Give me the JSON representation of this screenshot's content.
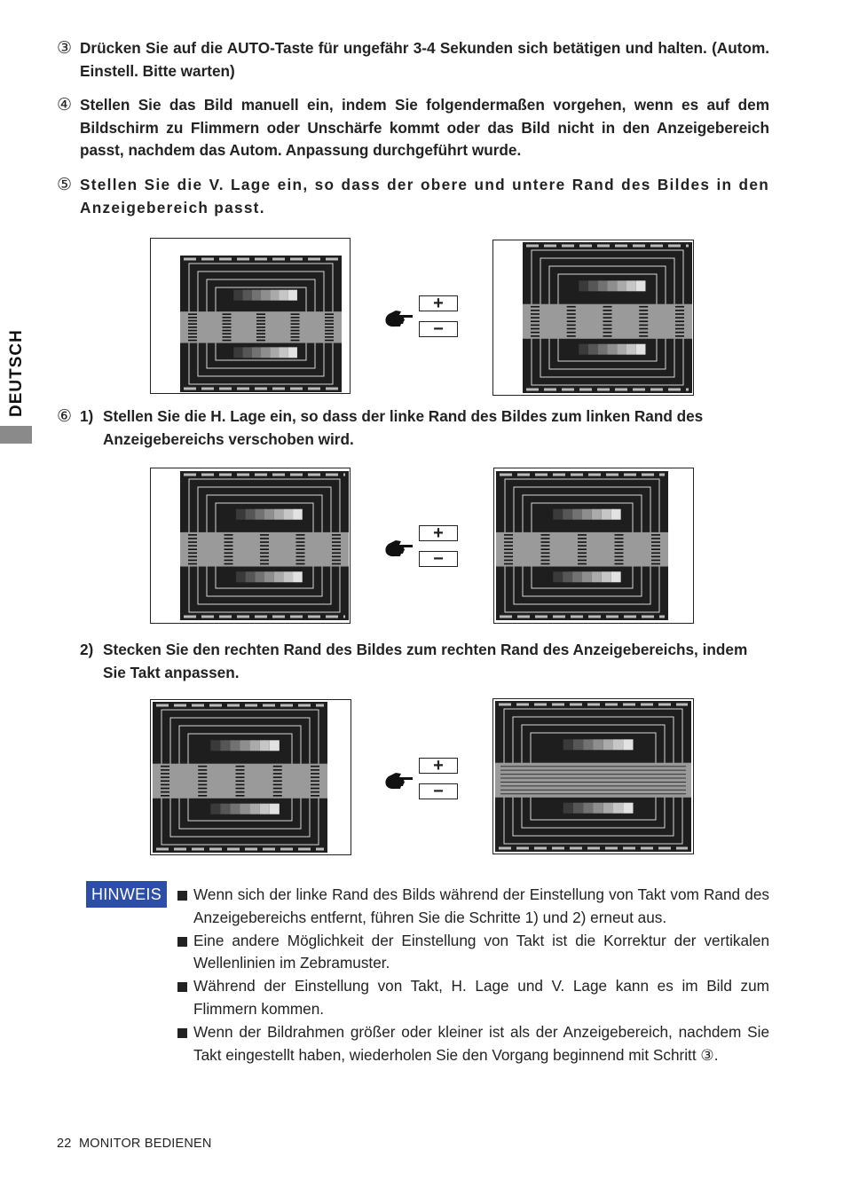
{
  "sidebar": {
    "language": "DEUTSCH"
  },
  "steps": [
    {
      "num": "③",
      "text": "Drücken Sie auf die AUTO-Taste für ungefähr 3-4 Sekunden sich betätigen und halten. (Autom. Einstell. Bitte warten)"
    },
    {
      "num": "④",
      "text": "Stellen Sie das Bild manuell ein, indem Sie folgendermaßen vorgehen, wenn es auf dem Bildschirm zu Flimmern oder Unschärfe kommt oder das Bild nicht in den Anzeigebereich passt, nachdem das Autom. Anpassung durchgeführt wurde."
    },
    {
      "num": "⑤",
      "text": "Stellen Sie die V. Lage ein, so dass der obere und untere Rand des Bildes in den Anzeigebereich passt."
    },
    {
      "num": "⑥",
      "text": ""
    }
  ],
  "substeps": [
    {
      "num": "1)",
      "text": "Stellen Sie die H. Lage ein, so dass der linke Rand des Bildes zum linken Rand des Anzeigebereichs verschoben wird."
    },
    {
      "num": "2)",
      "text": "Stecken Sie den rechten Rand des Bildes zum rechten Rand des Anzeigebereichs, indem Sie Takt anpassen."
    }
  ],
  "controls": {
    "plus": "+",
    "minus": "−"
  },
  "note": {
    "label": "HINWEIS",
    "items": [
      "Wenn sich der linke Rand des Bilds während der Einstellung von Takt vom Rand des Anzeigebereichs entfernt, führen Sie die Schritte 1) und 2) erneut aus.",
      "Eine andere Möglichkeit der Einstellung von Takt ist die Korrektur der vertikalen Wellenlinien im Zebramuster.",
      "Während der Einstellung von Takt, H. Lage und V. Lage kann es im Bild zum Flimmern kommen.",
      "Wenn der Bildrahmen größer oder kleiner ist als der Anzeigebereich, nachdem Sie Takt eingestellt haben, wiederholen Sie den Vorgang beginnend mit Schritt ③."
    ]
  },
  "footer": {
    "page_number": "22",
    "section": "MONITOR BEDIENEN"
  },
  "colors": {
    "note_badge": "#2d4ea8",
    "side_tab": "#8a8a8a",
    "pattern_dark": "#1e1e1e",
    "pattern_band": "#9a9a9a"
  }
}
